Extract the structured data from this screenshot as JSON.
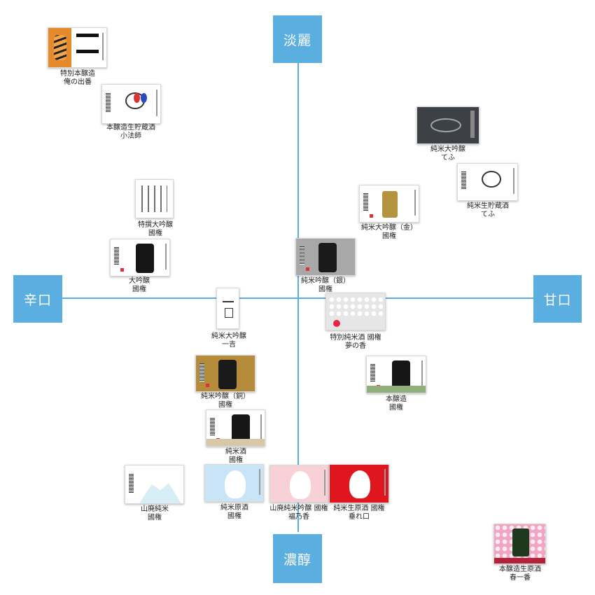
{
  "axes": {
    "top": "淡麗",
    "bottom": "濃醇",
    "left": "辛口",
    "right": "甘口"
  },
  "colors": {
    "axis": "#5aaee0",
    "axis_text": "#ffffff"
  },
  "products": [
    {
      "id": "oreno-deban",
      "line1": "特別本醸造",
      "line2": "俺の出番",
      "style": "tiger",
      "bg": "#f3a44a"
    },
    {
      "id": "kohoshi",
      "line1": "本醸造生貯蔵酒",
      "line2": "小法師",
      "style": "white",
      "bg": "#ffffff"
    },
    {
      "id": "tefu-jdg",
      "line1": "純米大吟醸",
      "line2": "てふ",
      "style": "slate",
      "bg": "#3d4146"
    },
    {
      "id": "tefu-nama",
      "line1": "純米生貯蔵酒",
      "line2": "てふ",
      "style": "white",
      "bg": "#ffffff"
    },
    {
      "id": "tokusen",
      "line1": "特撰大吟醸",
      "line2": "國権",
      "style": "text",
      "bg": "#ffffff"
    },
    {
      "id": "jdg-gold",
      "line1": "純米大吟醸（金）",
      "line2": "國権",
      "style": "gold-glyph",
      "bg": "#ffffff"
    },
    {
      "id": "daiginjo",
      "line1": "大吟醸",
      "line2": "國権",
      "style": "white-glyph",
      "bg": "#ffffff"
    },
    {
      "id": "jg-silver",
      "line1": "純米吟醸（銀）",
      "line2": "國権",
      "style": "silver",
      "bg": "#a8a8a8"
    },
    {
      "id": "ikkichi",
      "line1": "純米大吟醸",
      "line2": "一吉",
      "style": "ikkichi",
      "bg": "#ffffff"
    },
    {
      "id": "yumenokaori",
      "line1": "特別純米酒 國権",
      "line2": "夢の香",
      "style": "hearts",
      "bg": "#e6e6e6"
    },
    {
      "id": "jg-copper",
      "line1": "純米吟醸（銅）",
      "line2": "國権",
      "style": "copper",
      "bg": "#b58b3c"
    },
    {
      "id": "honjozo",
      "line1": "本醸造",
      "line2": "國権",
      "style": "green-glyph",
      "bg": "#ffffff"
    },
    {
      "id": "junmai",
      "line1": "純米酒",
      "line2": "國権",
      "style": "beige-glyph",
      "bg": "#ffffff"
    },
    {
      "id": "yamahai-junmai",
      "line1": "山廃純米",
      "line2": "國権",
      "style": "mountain",
      "bg": "#ffffff"
    },
    {
      "id": "genshu",
      "line1": "純米原酒",
      "line2": "國権",
      "style": "blue-bottle",
      "bg": "#c9e4f6"
    },
    {
      "id": "fukunoka",
      "line1": "山廃純米吟醸 國権",
      "line2": "福乃香",
      "style": "pink-bottle",
      "bg": "#f7d1d6"
    },
    {
      "id": "tarekuchi",
      "line1": "純米生原酒 國権",
      "line2": "垂れ口",
      "style": "red-bottle",
      "bg": "#e0161e"
    },
    {
      "id": "haruichiban",
      "line1": "本醸造生原酒",
      "line2": "春一番",
      "style": "sakura",
      "bg": "#f2a4c3"
    }
  ]
}
